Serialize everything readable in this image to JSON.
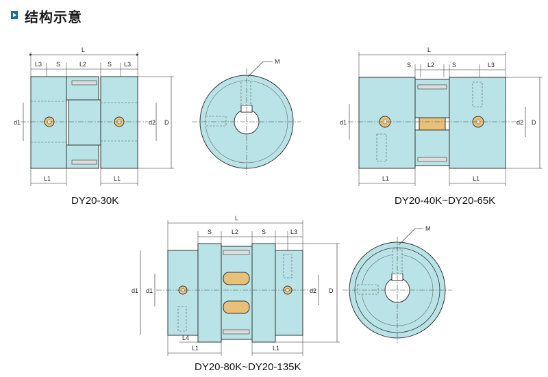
{
  "header": {
    "title": "结构示意"
  },
  "captions": {
    "fig1": "DY20-30K",
    "fig2": "DY20-40K~DY20-65K",
    "fig3": "DY20-80K~DY20-135K"
  },
  "dims": {
    "L": "L",
    "L1": "L1",
    "L2": "L2",
    "L3": "L3",
    "L4": "L4",
    "S": "S",
    "D": "D",
    "d1": "d1",
    "d2": "d2",
    "M": "M"
  },
  "colors": {
    "body": "#b9e3e6",
    "bolt": "#e8c079",
    "line": "#333333"
  }
}
